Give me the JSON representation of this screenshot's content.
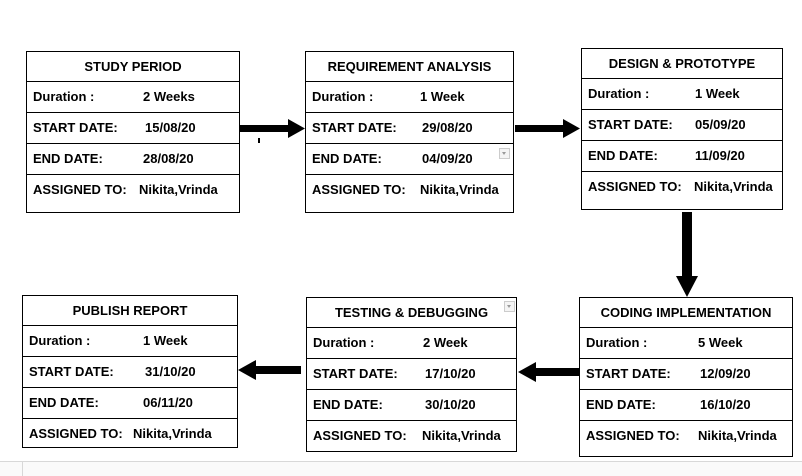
{
  "labels": {
    "duration": "Duration :",
    "start": "START DATE:",
    "end": "END DATE:",
    "assigned": "ASSIGNED TO:"
  },
  "stages": [
    {
      "title": "STUDY PERIOD",
      "duration": "2 Weeks",
      "start": "15/08/20",
      "end": "28/08/20",
      "assigned": "Nikita,Vrinda"
    },
    {
      "title": "REQUIREMENT ANALYSIS",
      "duration": "1 Week",
      "start": "29/08/20",
      "end": "04/09/20",
      "assigned": "Nikita,Vrinda"
    },
    {
      "title": "DESIGN & PROTOTYPE",
      "duration": "1 Week",
      "start": "05/09/20",
      "end": "11/09/20",
      "assigned": "Nikita,Vrinda"
    },
    {
      "title": "CODING IMPLEMENTATION",
      "duration": "5 Week",
      "start": "12/09/20",
      "end": "16/10/20",
      "assigned": "Nikita,Vrinda"
    },
    {
      "title": "TESTING & DEBUGGING",
      "duration": "2 Week",
      "start": "17/10/20",
      "end": "30/10/20",
      "assigned": "Nikita,Vrinda"
    },
    {
      "title": "PUBLISH REPORT",
      "duration": "1 Week",
      "start": "31/10/20",
      "end": "06/11/20",
      "assigned": "Nikita,Vrinda"
    }
  ]
}
